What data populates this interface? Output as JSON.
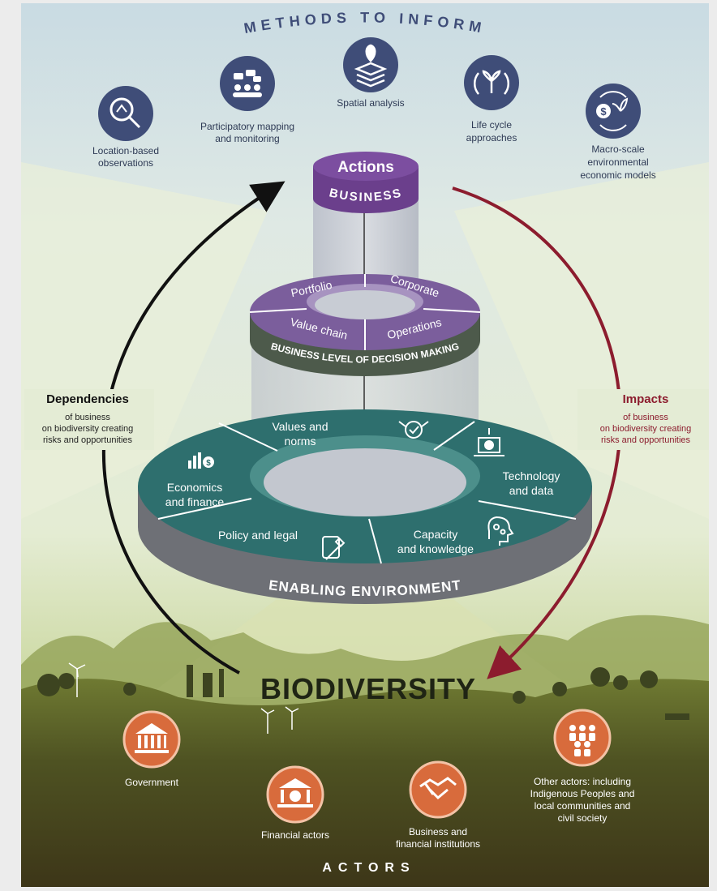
{
  "methods": {
    "title": "METHODS TO INFORM",
    "items": [
      {
        "label_lines": [
          "Location-based",
          "observations"
        ],
        "icon": "magnifier-map-icon"
      },
      {
        "label_lines": [
          "Participatory mapping",
          "and monitoring"
        ],
        "icon": "people-speech-icon"
      },
      {
        "label_lines": [
          "Spatial analysis"
        ],
        "icon": "map-layers-pin-icon"
      },
      {
        "label_lines": [
          "Life cycle",
          "approaches"
        ],
        "icon": "plant-cycle-icon"
      },
      {
        "label_lines": [
          "Macro-scale",
          "environmental",
          "economic models"
        ],
        "icon": "money-plant-cycle-icon"
      }
    ]
  },
  "business": {
    "actions": "Actions",
    "business": "BUSINESS"
  },
  "decision": {
    "segments": [
      "Portfolio",
      "Corporate",
      "Value chain",
      "Operations"
    ],
    "band_label": "BUSINESS LEVEL OF DECISION MAKING"
  },
  "enabling": {
    "segments": [
      {
        "lines": [
          "Values and",
          "norms"
        ],
        "icon": "handshake-check-icon"
      },
      {
        "lines": [
          "Technology",
          "and data"
        ],
        "icon": "laptop-chart-icon"
      },
      {
        "lines": [
          "Capacity",
          "and knowledge"
        ],
        "icon": "head-gears-icon"
      },
      {
        "lines": [
          "Policy and legal"
        ],
        "icon": "gavel-scroll-icon"
      },
      {
        "lines": [
          "Economics",
          "and finance"
        ],
        "icon": "bar-chart-dollar-icon"
      }
    ],
    "band_label": "ENABLING ENVIRONMENT"
  },
  "dependencies": {
    "title": "Dependencies",
    "lines": [
      "of business",
      "on biodiversity creating",
      "risks and opportunities"
    ]
  },
  "impacts": {
    "title": "Impacts",
    "lines": [
      "of business",
      "on biodiversity creating",
      "risks and opportunities"
    ]
  },
  "biodiversity": "BIODIVERSITY",
  "actors": {
    "title": "ACTORS",
    "items": [
      {
        "lines": [
          "Government"
        ],
        "icon": "government-building-icon"
      },
      {
        "lines": [
          "Financial actors"
        ],
        "icon": "bank-icon"
      },
      {
        "lines": [
          "Business and",
          "financial institutions"
        ],
        "icon": "handshake-icon"
      },
      {
        "lines": [
          "Other actors: including",
          "Indigenous Peoples and",
          "local communities and",
          "civil society"
        ],
        "icon": "people-group-icon"
      }
    ]
  },
  "colors": {
    "navy": "#3f4d78",
    "purple": "#6b3f8c",
    "teal": "#2e6f6e",
    "dark_red": "#8c1c2e",
    "actor_orange": "#d86b3c",
    "ground": "#4a4a1e"
  }
}
